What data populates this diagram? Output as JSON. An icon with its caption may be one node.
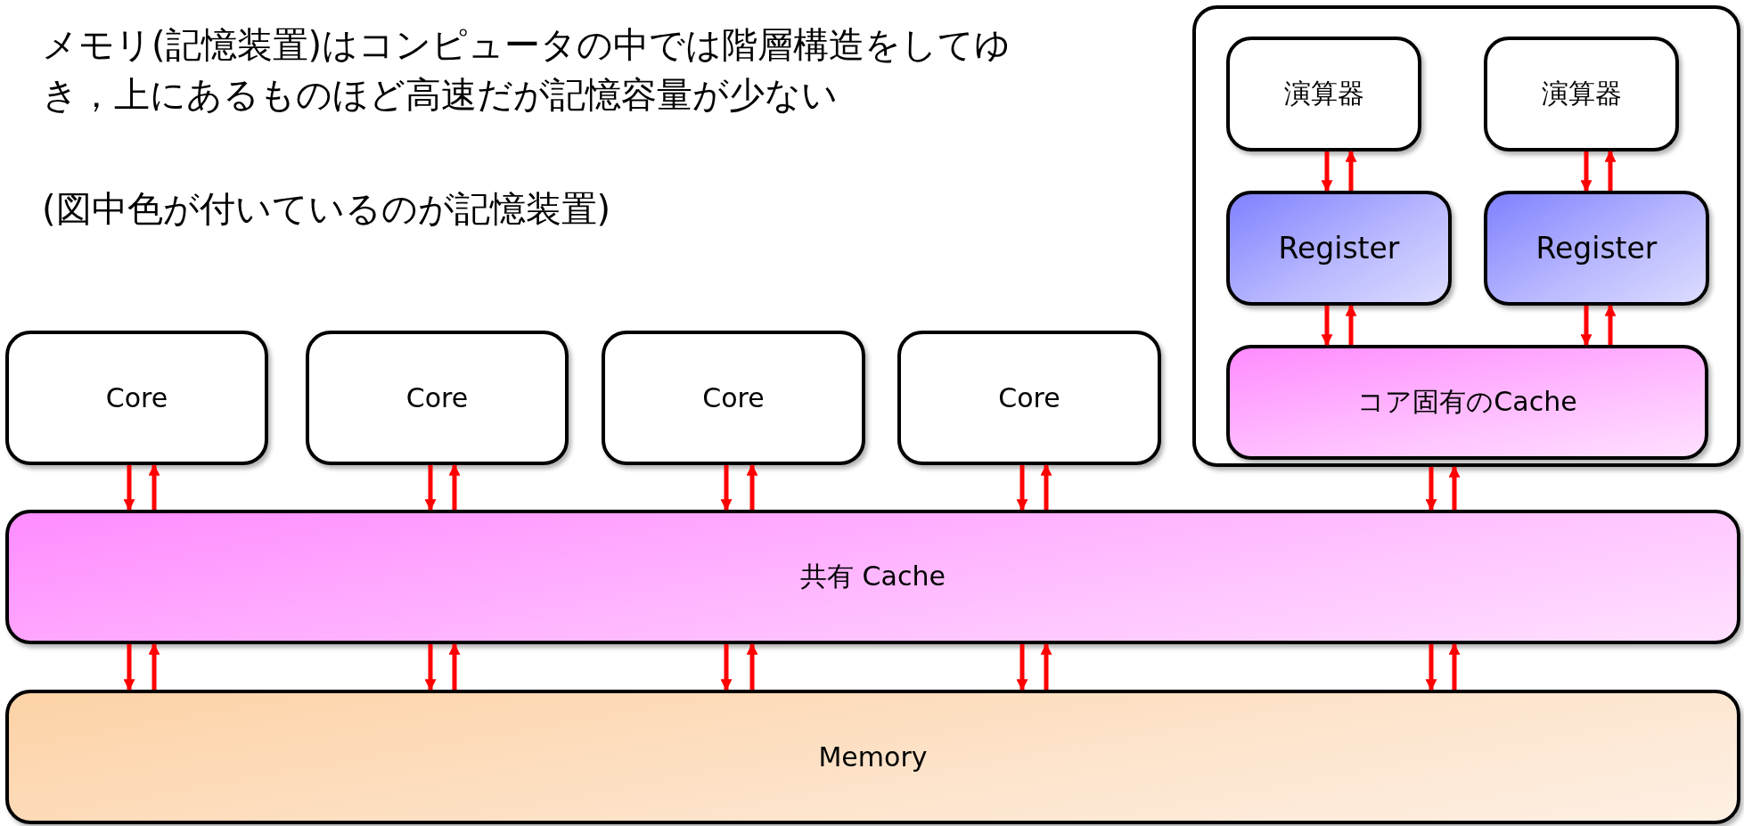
{
  "diagram": {
    "nodes": [
      {
        "text": [],
        "shape": "box"
      },
      {
        "text": [
          "演算器"
        ],
        "in": 0
      },
      {
        "text": [
          "演算器"
        ],
        "in": 0
      },
      {
        "text": [
          "Register"
        ],
        "in": 0
      },
      {
        "text": [
          "Register"
        ],
        "in": 0
      },
      {
        "text": [
          "コア固有のCache"
        ],
        "in": 0
      },
      {
        "text": [
          "Core"
        ]
      },
      {
        "text": [
          "Core"
        ]
      },
      {
        "text": [
          "Core"
        ]
      },
      {
        "text": [
          "Core"
        ]
      },
      {
        "text": [
          "共有 Cache"
        ]
      },
      {
        "text": [
          "Memory"
        ]
      }
    ],
    "edges": [
      {
        "from": 1,
        "to": 3,
        "arrow": "to"
      },
      {
        "from": 3,
        "to": 1,
        "arrow": "to"
      },
      {
        "from": 2,
        "to": 4,
        "arrow": "to"
      },
      {
        "from": 4,
        "to": 2,
        "arrow": "to"
      },
      {
        "from": 3,
        "to": 5,
        "arrow": "to"
      },
      {
        "from": 5,
        "to": 3,
        "arrow": "to"
      },
      {
        "from": 4,
        "to": 5,
        "arrow": "to"
      },
      {
        "from": 5,
        "to": 4,
        "arrow": "to"
      },
      {
        "from": 6,
        "to": 10,
        "arrow": "to"
      },
      {
        "from": 10,
        "to": 6,
        "arrow": "to"
      },
      {
        "from": 7,
        "to": 10,
        "arrow": "to"
      },
      {
        "from": 10,
        "to": 7,
        "arrow": "to"
      },
      {
        "from": 8,
        "to": 10,
        "arrow": "to"
      },
      {
        "from": 10,
        "to": 8,
        "arrow": "to"
      },
      {
        "from": 9,
        "to": 10,
        "arrow": "to"
      },
      {
        "from": 10,
        "to": 9,
        "arrow": "to"
      },
      {
        "from": 0,
        "to": 10,
        "arrow": "to"
      },
      {
        "from": 10,
        "to": 0,
        "arrow": "to"
      },
      {
        "from": 10,
        "to": 11,
        "arrow": "to"
      },
      {
        "from": 11,
        "to": 10,
        "arrow": "to"
      },
      {
        "from": 10,
        "to": 11,
        "arrow": "to"
      },
      {
        "from": 11,
        "to": 10,
        "arrow": "to"
      },
      {
        "from": 10,
        "to": 11,
        "arrow": "to"
      },
      {
        "from": 11,
        "to": 10,
        "arrow": "to"
      },
      {
        "from": 10,
        "to": 11,
        "arrow": "to"
      },
      {
        "from": 11,
        "to": 10,
        "arrow": "to"
      },
      {
        "from": 10,
        "to": 11,
        "arrow": "to"
      },
      {
        "from": 11,
        "to": 10,
        "arrow": "to"
      }
    ],
    "labels": [
      "メモリ(記憶装置)はコンピュータの中では階層構造をしてゆき，上にあるものほど高速だが記憶容量が少ない",
      "(図中色が付いているのが記憶装置)"
    ]
  }
}
